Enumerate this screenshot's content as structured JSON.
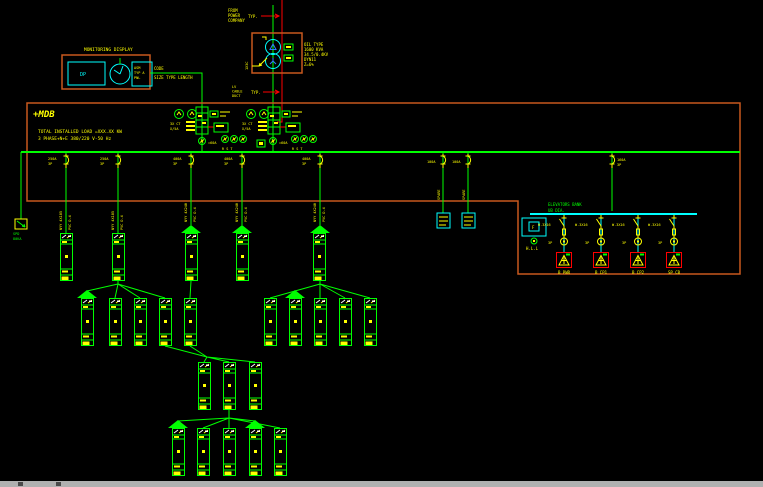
{
  "monitoring_display": {
    "title": "MONITORING DISPLAY",
    "dp_label": "DP",
    "unit_lines": [
      "ASM",
      "TYP A",
      "PNL"
    ],
    "cable_code": "CODE",
    "cable_spec": "SIZE  TYPE  LENGTH"
  },
  "incoming": {
    "source_lines": [
      "FROM",
      "POWER",
      "COMPANY"
    ],
    "typ_top": "TYP.",
    "typ_bottom": "TYP.",
    "riser_label": "1X3C",
    "transformer_note_lines": [
      "OIL TYPE",
      "1600 KVA",
      "34.5/0.4KV",
      "DYN11",
      "Z=6%"
    ],
    "duct_lines": [
      "LV",
      "CABLE",
      "DUCT"
    ]
  },
  "mdb": {
    "name": "+MDB",
    "load_note": "TOTAL INSTALLED LOAD =XXX.XX KW",
    "system_note": "3 PHASE+N+E 380/220 V-50 Hz"
  },
  "main_breakers": {
    "ct_label": "3X CT",
    "ct_ratio": "X/5A",
    "lamp_label": "=60A",
    "phase_label": "R S T"
  },
  "feeders": [
    {
      "rating": "250A",
      "poles": "3P",
      "cable": "NYY 4X185",
      "conduit": "PVC D.4"
    },
    {
      "rating": "250A",
      "poles": "3P",
      "cable": "NYY 4X185",
      "conduit": "PVC D.4"
    },
    {
      "rating": "400A",
      "poles": "3P",
      "cable": "NYY 4X240",
      "conduit": "PVC D.4"
    },
    {
      "rating": "400A",
      "poles": "3P",
      "cable": "NYY 4X240",
      "conduit": "PVC D.4"
    },
    {
      "rating": "400A",
      "poles": "3P",
      "cable": "NYY 4X240",
      "conduit": "PVC D.4"
    }
  ],
  "spares": {
    "rating": "100A",
    "label": "SPARE"
  },
  "elevators": {
    "header_line1": "ELEVATORS BANK",
    "header_line2": "UB DIA.",
    "feeder_rating": "160A",
    "feeder_poles": "3P",
    "f_label": "F",
    "hll_label": "H.L.L",
    "units": [
      {
        "cable": "W.3X16",
        "device": "3P",
        "label": "B PWR"
      },
      {
        "cable": "W.3X16",
        "device": "3P",
        "label": "B CP1"
      },
      {
        "cable": "W.3X16",
        "device": "3P",
        "label": "B CP2"
      },
      {
        "cable": "W.3X16",
        "device": "3P",
        "label": "SP CB"
      }
    ]
  },
  "spd": {
    "lines": [
      "SPD",
      "80KA"
    ]
  },
  "colors": {
    "line": "#00ff00",
    "accent": "#ffff00",
    "enclosure": "#c8591e",
    "alert": "#ff0000",
    "aux": "#00ffff"
  }
}
